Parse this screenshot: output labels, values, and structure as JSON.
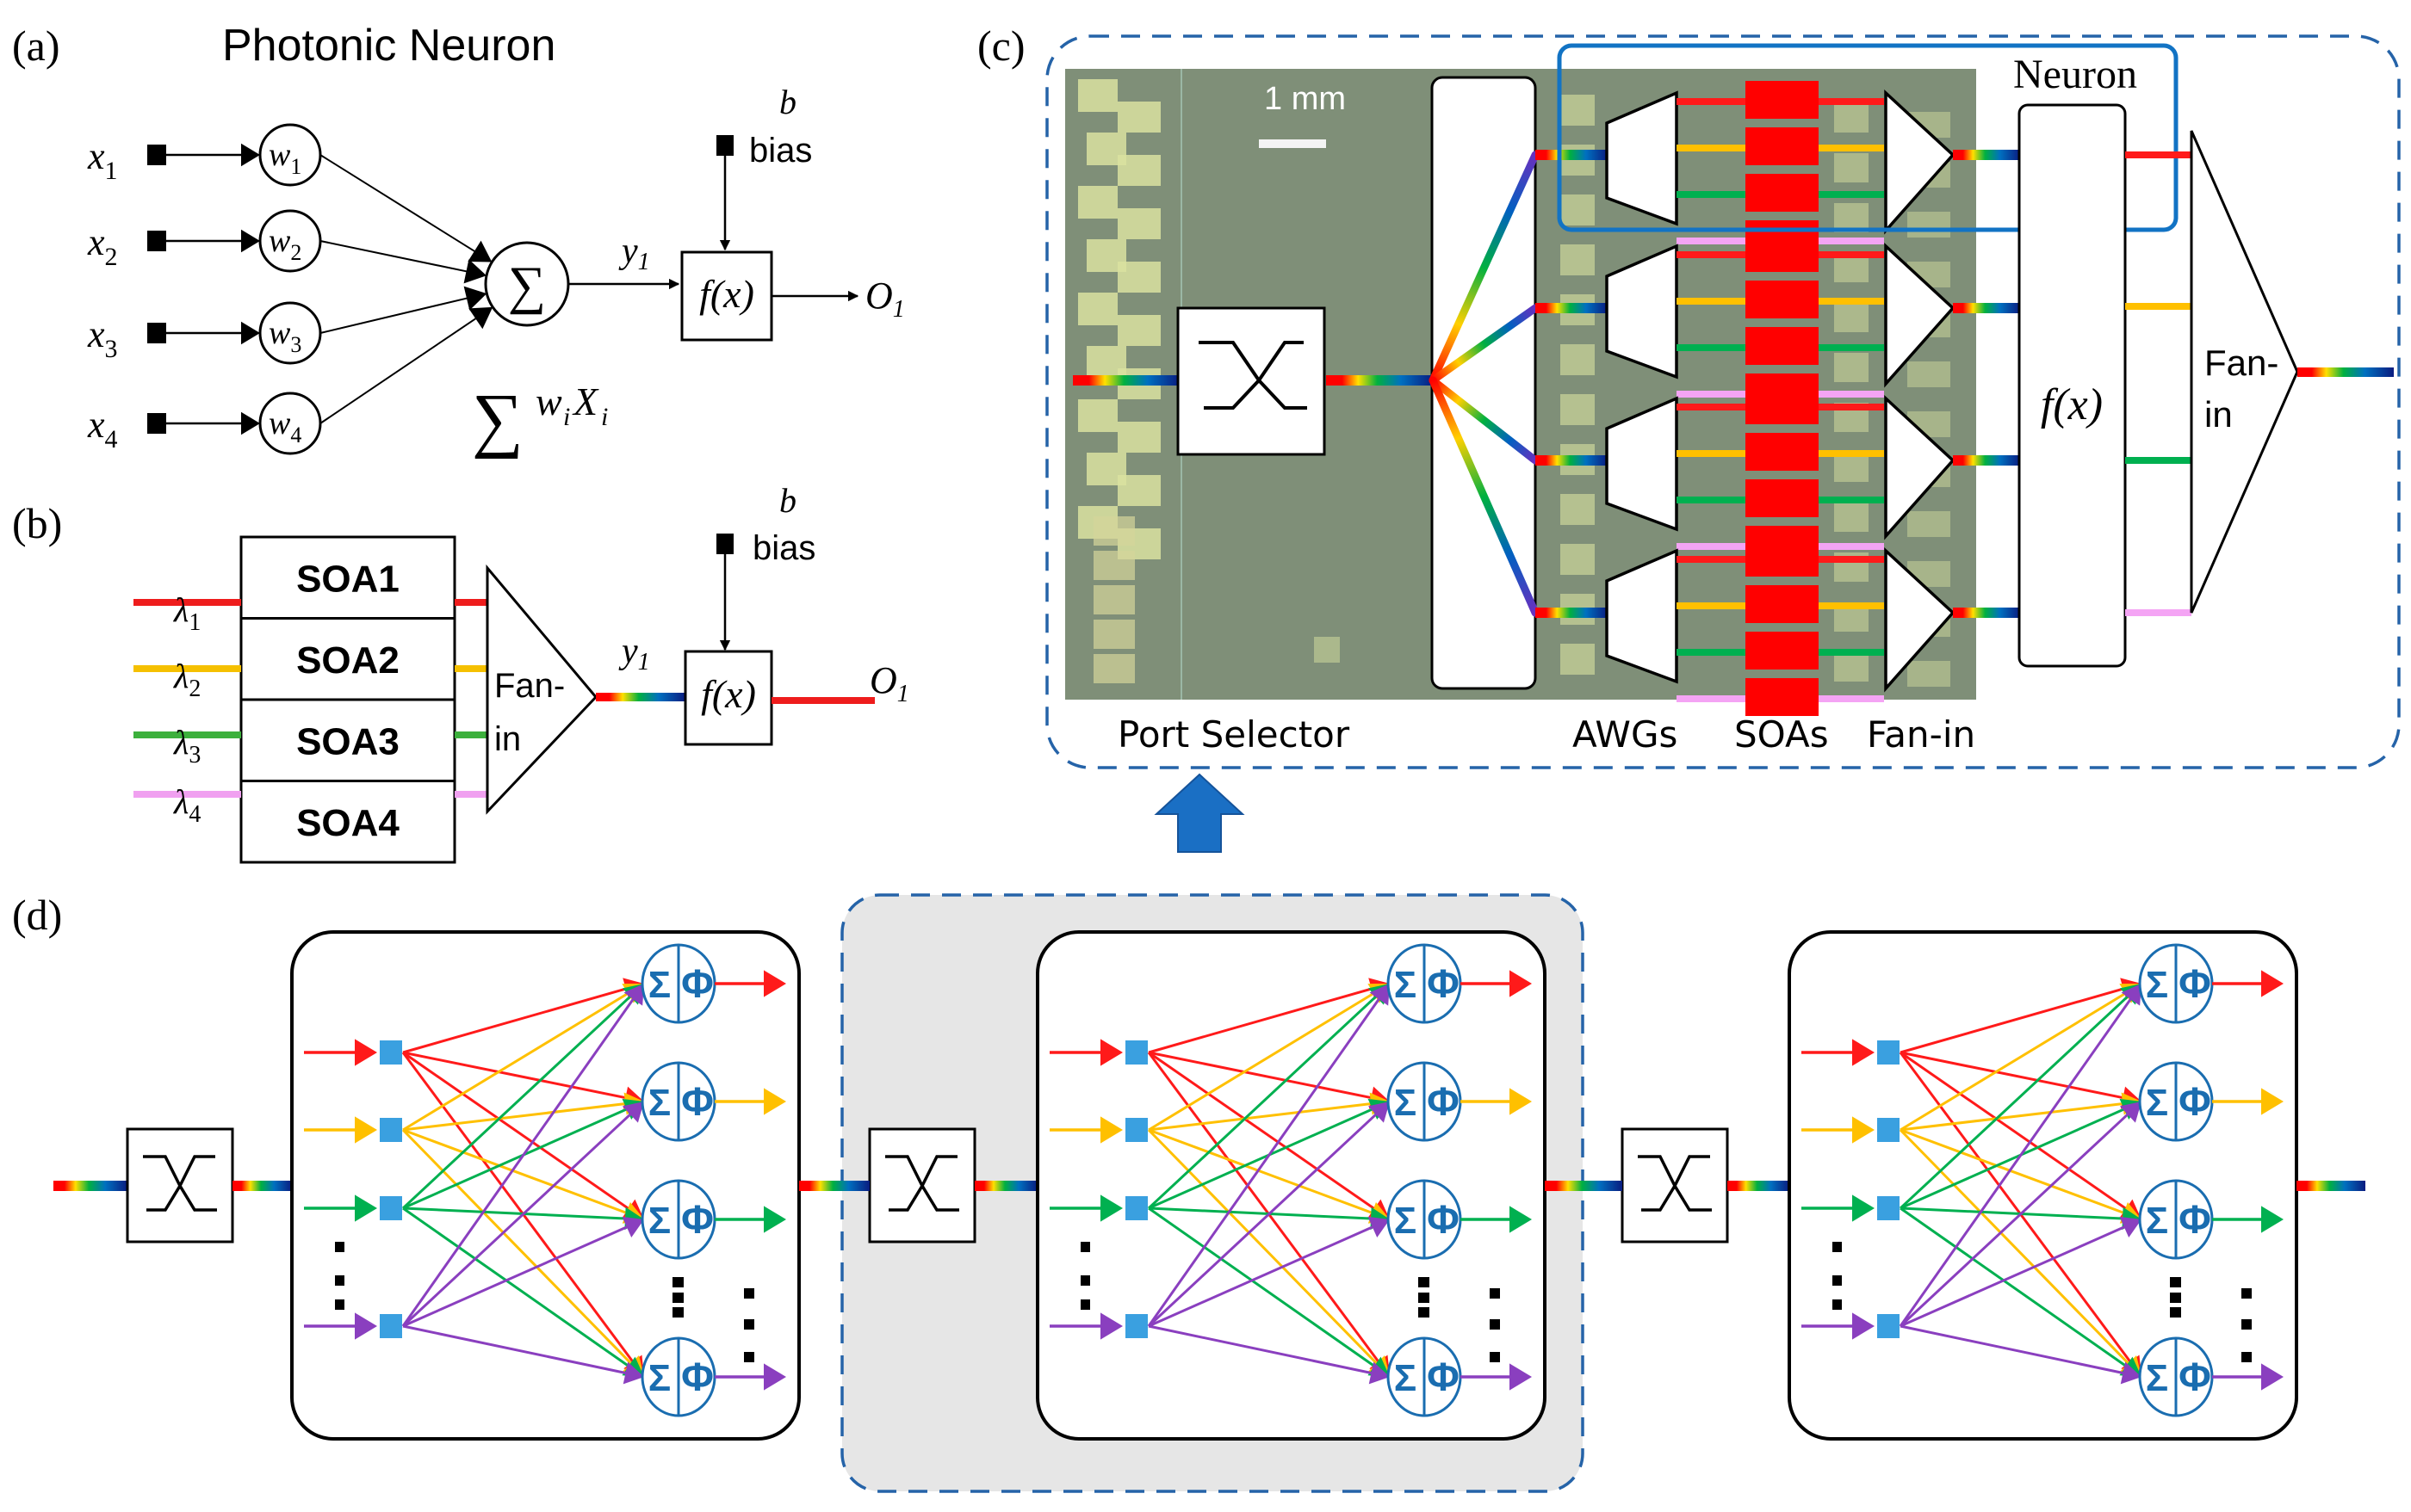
{
  "panel_labels": {
    "a": "(a)",
    "b": "(b)",
    "c": "(c)",
    "d": "(d)"
  },
  "panel_a": {
    "title": "Photonic Neuron",
    "inputs": [
      {
        "name": "x",
        "sub": "1"
      },
      {
        "name": "x",
        "sub": "2"
      },
      {
        "name": "x",
        "sub": "3"
      },
      {
        "name": "x",
        "sub": "4"
      }
    ],
    "weights": [
      {
        "name": "w",
        "sub": "1"
      },
      {
        "name": "w",
        "sub": "2"
      },
      {
        "name": "w",
        "sub": "3"
      },
      {
        "name": "w",
        "sub": "4"
      }
    ],
    "sum_symbol": "∑",
    "sum_formula": {
      "sigma": "∑",
      "w": "w",
      "wi": "i",
      "x": "X",
      "xi": "i"
    },
    "y_label": {
      "name": "y",
      "sub": "1"
    },
    "bias_symbol": "b",
    "bias_label": "bias",
    "function_label": "f(x)",
    "output_label": {
      "name": "O",
      "sub": "1"
    }
  },
  "panel_b": {
    "soas": [
      "SOA1",
      "SOA2",
      "SOA3",
      "SOA4"
    ],
    "wavelengths": [
      {
        "name": "λ",
        "sub": "1",
        "color": "#ee1c1c"
      },
      {
        "name": "λ",
        "sub": "2",
        "color": "#f5c000"
      },
      {
        "name": "λ",
        "sub": "3",
        "color": "#3cb03c"
      },
      {
        "name": "λ",
        "sub": "4",
        "color": "#f0a0f0"
      }
    ],
    "fanin_line1": "Fan-",
    "fanin_line2": "in",
    "y_label": {
      "name": "y",
      "sub": "1"
    },
    "bias_symbol": "b",
    "bias_label": "bias",
    "function_label": "f(x)",
    "output_label": {
      "name": "O",
      "sub": "1"
    }
  },
  "panel_c": {
    "scale_bar_label": "1 mm",
    "neuron_label": "Neuron",
    "function_label": "f(x)",
    "fanin_line1": "Fan-",
    "fanin_line2": "in",
    "bottom_labels": {
      "port_selector": "Port Selector",
      "awgs": "AWGs",
      "soas": "SOAs",
      "fanin": "Fan-in"
    },
    "channel_colors": [
      "#ff1a1a",
      "#ffc000",
      "#00b050",
      "#f4a4f4"
    ],
    "highlight_color": "#1273c4"
  },
  "panel_d": {
    "stages": 3,
    "highlighted_stage": 2,
    "neuron_symbols": {
      "sum": "Σ",
      "activation": "Φ"
    },
    "line_colors": [
      "#ff1a1a",
      "#ffc000",
      "#00b050",
      "#8a3fbf"
    ],
    "node_color": "#3aa0e0",
    "neuron_color": "#1a6db0"
  },
  "colors": {
    "dashed_border": "#2563a8",
    "arrow_blue": "#1a6fc4",
    "highlight_fill": "#e6e6e6"
  }
}
